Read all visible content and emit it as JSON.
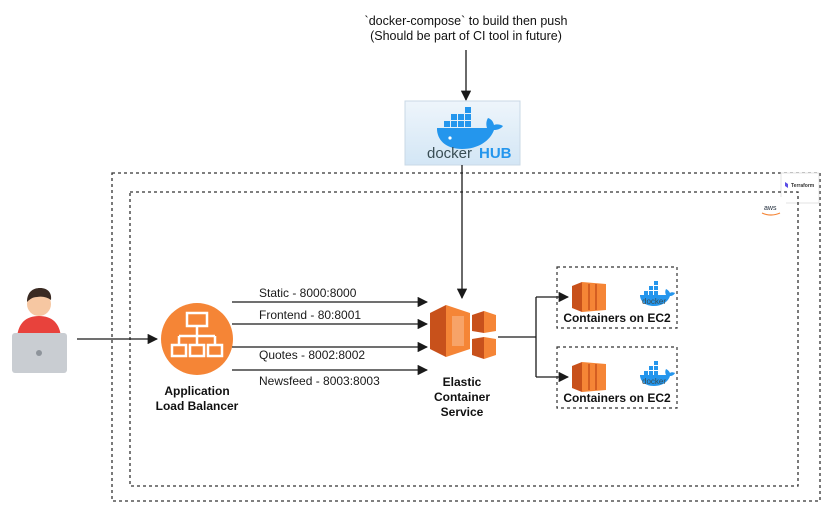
{
  "header": {
    "line1": "`docker-compose` to build then push",
    "line2": "(Should be part of CI tool in future)"
  },
  "docker_hub": {
    "word1": "docker",
    "word2": "HUB"
  },
  "terraform": {
    "label": "Terraform"
  },
  "aws": {
    "label": "aws"
  },
  "alb": {
    "line1": "Application",
    "line2": "Load Balancer"
  },
  "routes": [
    {
      "label": "Static - 8000:8000"
    },
    {
      "label": "Frontend - 80:8001"
    },
    {
      "label": "Quotes - 8002:8002"
    },
    {
      "label": "Newsfeed - 8003:8003"
    }
  ],
  "ecs": {
    "line1": "Elastic",
    "line2": "Container",
    "line3": "Service"
  },
  "ec2_groups": [
    {
      "label": "Containers on EC2",
      "docker_word": "docker"
    },
    {
      "label": "Containers on EC2",
      "docker_word": "docker"
    }
  ],
  "colors": {
    "aws_orange": "#f58536",
    "aws_orange_dark": "#c8511b",
    "docker_blue": "#2496ed",
    "docker_navy": "#394d54",
    "terraform_purple": "#5c4ee5",
    "user_skin": "#f6c7a2",
    "user_shirt": "#e8423c",
    "laptop": "#c9cdd2"
  }
}
